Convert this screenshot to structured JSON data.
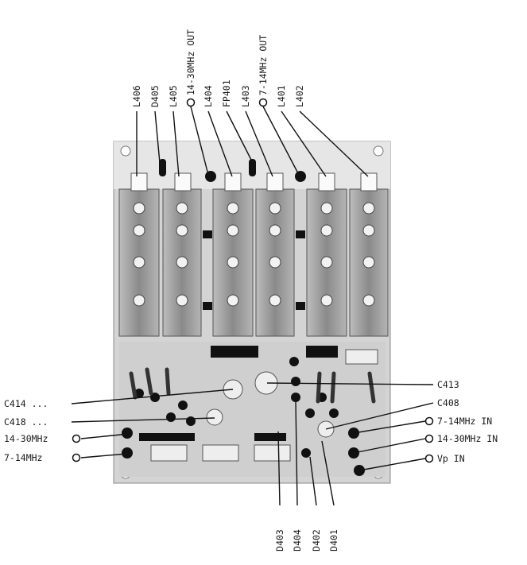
{
  "top_labels": [
    "L406",
    "D405",
    "L405",
    "14-30MHz OUT",
    "L404",
    "FP401",
    "L403",
    "7-14MHz OUT",
    "L401",
    "L402"
  ],
  "bottom_labels": [
    "D403",
    "D404",
    "D402",
    "D401"
  ],
  "left_labels": [
    "C414 ...",
    "C418 ...",
    "14-30MHz",
    "7-14MHz"
  ],
  "right_labels": [
    "C413",
    "C408",
    "7-14MHz IN",
    "14-30MHz IN",
    "Vp IN"
  ],
  "colors": {
    "board": "#d9d9d9",
    "shield": "#9a9a9a",
    "ink": "#111111"
  }
}
